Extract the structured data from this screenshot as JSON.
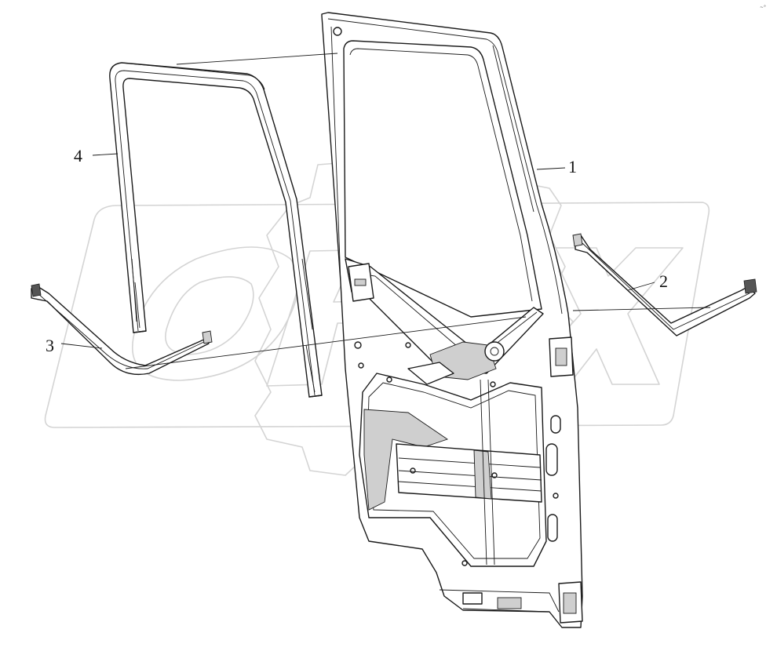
{
  "callouts": [
    {
      "id": "1",
      "text": "1"
    },
    {
      "id": "2",
      "text": "2"
    },
    {
      "id": "3",
      "text": "3"
    },
    {
      "id": "4",
      "text": "4"
    }
  ],
  "watermark": {
    "text": "OPEX"
  },
  "corner_mark": {
    "text": "~°"
  }
}
